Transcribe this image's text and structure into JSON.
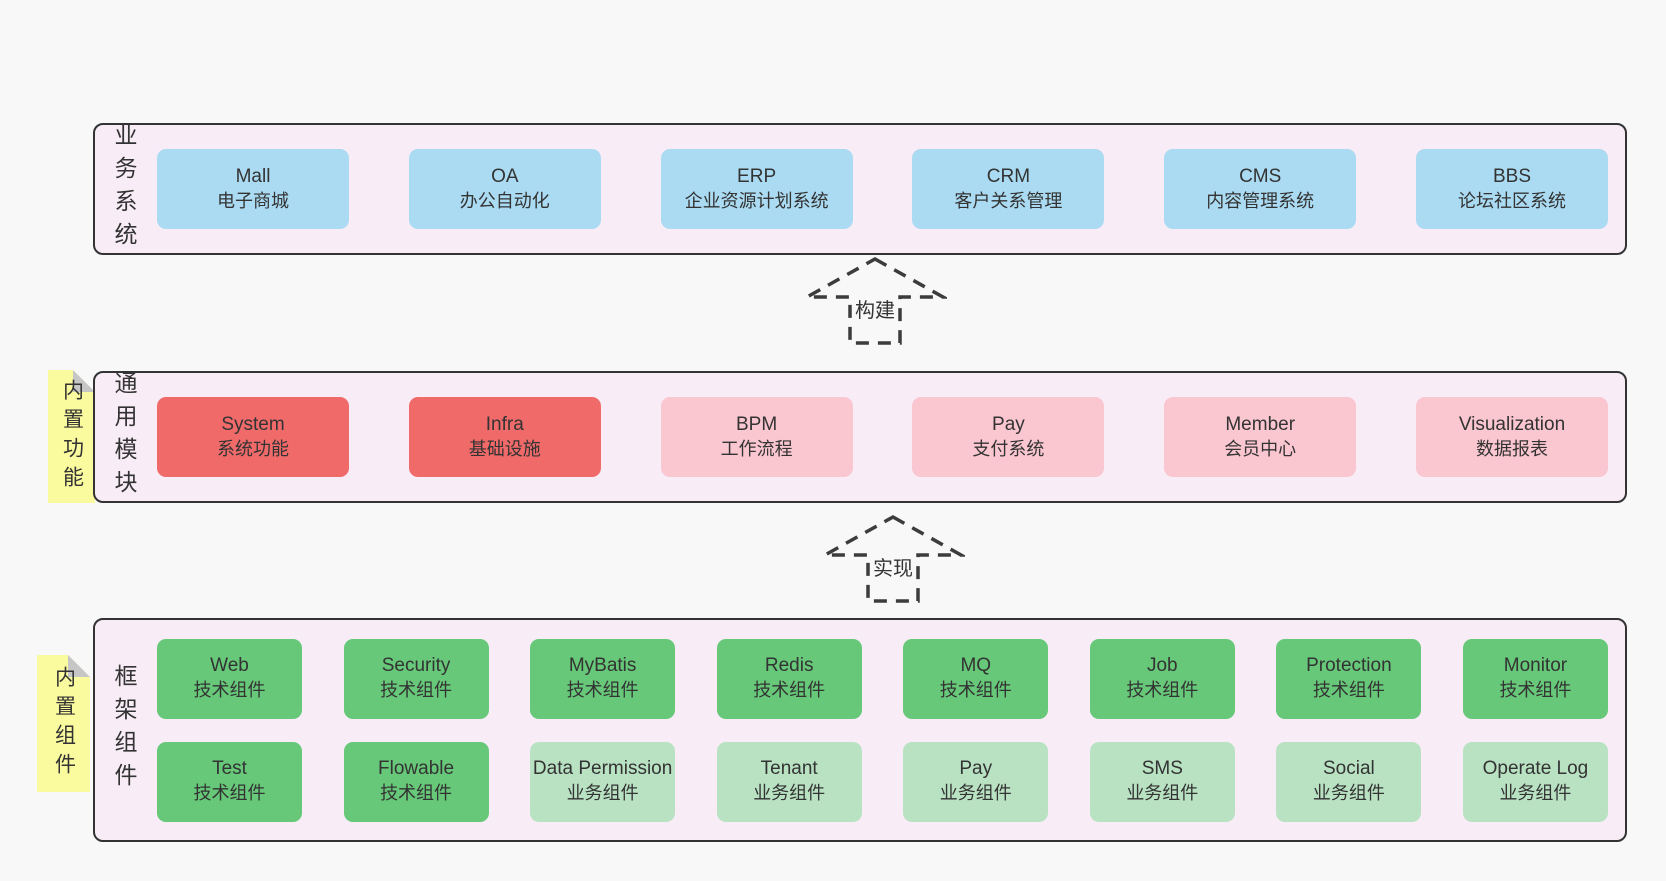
{
  "diagram": {
    "colors": {
      "page_bg": "#f8f8f8",
      "container_bg": "#f8edf6",
      "border": "#333333",
      "arrow_stroke": "#3c3c3c",
      "sticky": "#fafa9e",
      "blue": "#abdbf2",
      "red": "#f06a6a",
      "pink": "#fac6d0",
      "green": "#66c878",
      "lightgreen": "#b9e2c3"
    },
    "layers": [
      {
        "label": "业务系统",
        "rows": [
          [
            {
              "en": "Mall",
              "zh": "电子商城",
              "type": "blue"
            },
            {
              "en": "OA",
              "zh": "办公自动化",
              "type": "blue"
            },
            {
              "en": "ERP",
              "zh": "企业资源计划系统",
              "type": "blue"
            },
            {
              "en": "CRM",
              "zh": "客户关系管理",
              "type": "blue"
            },
            {
              "en": "CMS",
              "zh": "内容管理系统",
              "type": "blue"
            },
            {
              "en": "BBS",
              "zh": "论坛社区系统",
              "type": "blue"
            }
          ]
        ]
      },
      {
        "label": "通用模块",
        "sticky": "内置功能",
        "rows": [
          [
            {
              "en": "System",
              "zh": "系统功能",
              "type": "red"
            },
            {
              "en": "Infra",
              "zh": "基础设施",
              "type": "red"
            },
            {
              "en": "BPM",
              "zh": "工作流程",
              "type": "pink"
            },
            {
              "en": "Pay",
              "zh": "支付系统",
              "type": "pink"
            },
            {
              "en": "Member",
              "zh": "会员中心",
              "type": "pink"
            },
            {
              "en": "Visualization",
              "zh": "数据报表",
              "type": "pink"
            }
          ]
        ]
      },
      {
        "label": "框架组件",
        "sticky": "内置组件",
        "rows": [
          [
            {
              "en": "Web",
              "zh": "技术组件",
              "type": "green"
            },
            {
              "en": "Security",
              "zh": "技术组件",
              "type": "green"
            },
            {
              "en": "MyBatis",
              "zh": "技术组件",
              "type": "green"
            },
            {
              "en": "Redis",
              "zh": "技术组件",
              "type": "green"
            },
            {
              "en": "MQ",
              "zh": "技术组件",
              "type": "green"
            },
            {
              "en": "Job",
              "zh": "技术组件",
              "type": "green"
            },
            {
              "en": "Protection",
              "zh": "技术组件",
              "type": "green"
            },
            {
              "en": "Monitor",
              "zh": "技术组件",
              "type": "green"
            }
          ],
          [
            {
              "en": "Test",
              "zh": "技术组件",
              "type": "green"
            },
            {
              "en": "Flowable",
              "zh": "技术组件",
              "type": "green"
            },
            {
              "en": "Data Permission",
              "zh": "业务组件",
              "type": "lightgreen"
            },
            {
              "en": "Tenant",
              "zh": "业务组件",
              "type": "lightgreen"
            },
            {
              "en": "Pay",
              "zh": "业务组件",
              "type": "lightgreen"
            },
            {
              "en": "SMS",
              "zh": "业务组件",
              "type": "lightgreen"
            },
            {
              "en": "Social",
              "zh": "业务组件",
              "type": "lightgreen"
            },
            {
              "en": "Operate Log",
              "zh": "业务组件",
              "type": "lightgreen"
            }
          ]
        ]
      }
    ],
    "arrows": [
      {
        "label": "构建"
      },
      {
        "label": "实现"
      }
    ]
  }
}
